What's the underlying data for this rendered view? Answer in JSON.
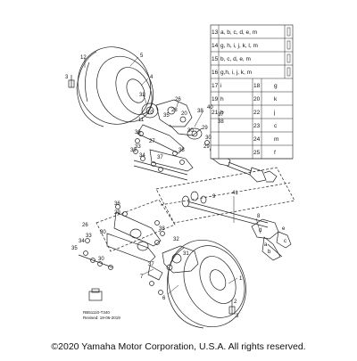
{
  "legend": {
    "rows": [
      {
        "left_num": "13",
        "left_text": "a, b, c, d, e, m",
        "right_num": "",
        "right_text": ""
      },
      {
        "left_num": "14",
        "left_text": "g, h, i, j, k, l, m",
        "right_num": "",
        "right_text": ""
      },
      {
        "left_num": "15",
        "left_text": "b, c, d, e, m",
        "right_num": "",
        "right_text": ""
      },
      {
        "left_num": "16",
        "left_text": "g,h, i, j, k, m",
        "right_num": "",
        "right_text": ""
      },
      {
        "left_num": "17",
        "left_text": "i",
        "right_num": "18",
        "right_text": "g"
      },
      {
        "left_num": "19",
        "left_text": "h",
        "right_num": "20",
        "right_text": "k"
      },
      {
        "left_num": "21",
        "left_text": "b",
        "right_num": "22",
        "right_text": "j"
      },
      {
        "left_num": "",
        "left_text": "",
        "right_num": "23",
        "right_text": "c"
      },
      {
        "left_num": "",
        "left_text": "",
        "right_num": "24",
        "right_text": "m"
      },
      {
        "left_num": "",
        "left_text": "",
        "right_num": "25",
        "right_text": "f"
      }
    ]
  },
  "callouts": {
    "c5": "5",
    "c12": "12",
    "c4": "4",
    "c3a": "3",
    "c32a": "32",
    "c10": "10",
    "c11": "11",
    "c26a": "26",
    "c28": "28",
    "c35": "35",
    "c38a": "38",
    "c40": "40",
    "c37a": "37",
    "c30a": "30",
    "c29a": "29",
    "c36a": "36",
    "c27": "27",
    "c33": "33",
    "c34a": "34",
    "c39": "39",
    "c37b": "37",
    "c38b": "38",
    "c30b": "30",
    "c29b": "29",
    "c20": "20",
    "c38c": "38",
    "c26b": "26",
    "c36b": "36",
    "c29c": "29",
    "c30c": "30",
    "c38d": "38",
    "c35b": "35",
    "c34b": "34",
    "c33b": "33",
    "c37c": "37",
    "c30d": "30",
    "c7": "7",
    "c31": "31",
    "c32b": "32",
    "c6": "6",
    "c1": "1",
    "c2": "2",
    "c3b": "3",
    "c9": "9",
    "c41": "41",
    "c8": "8",
    "cd": "d",
    "ca": "a",
    "cb": "b",
    "ce": "e",
    "cc": "c"
  },
  "part_number": "RB51110-T340",
  "revised": "Revised: 19-06-2019",
  "copyright": "©2020 Yamaha Motor Corporation, U.S.A. All rights reserved."
}
